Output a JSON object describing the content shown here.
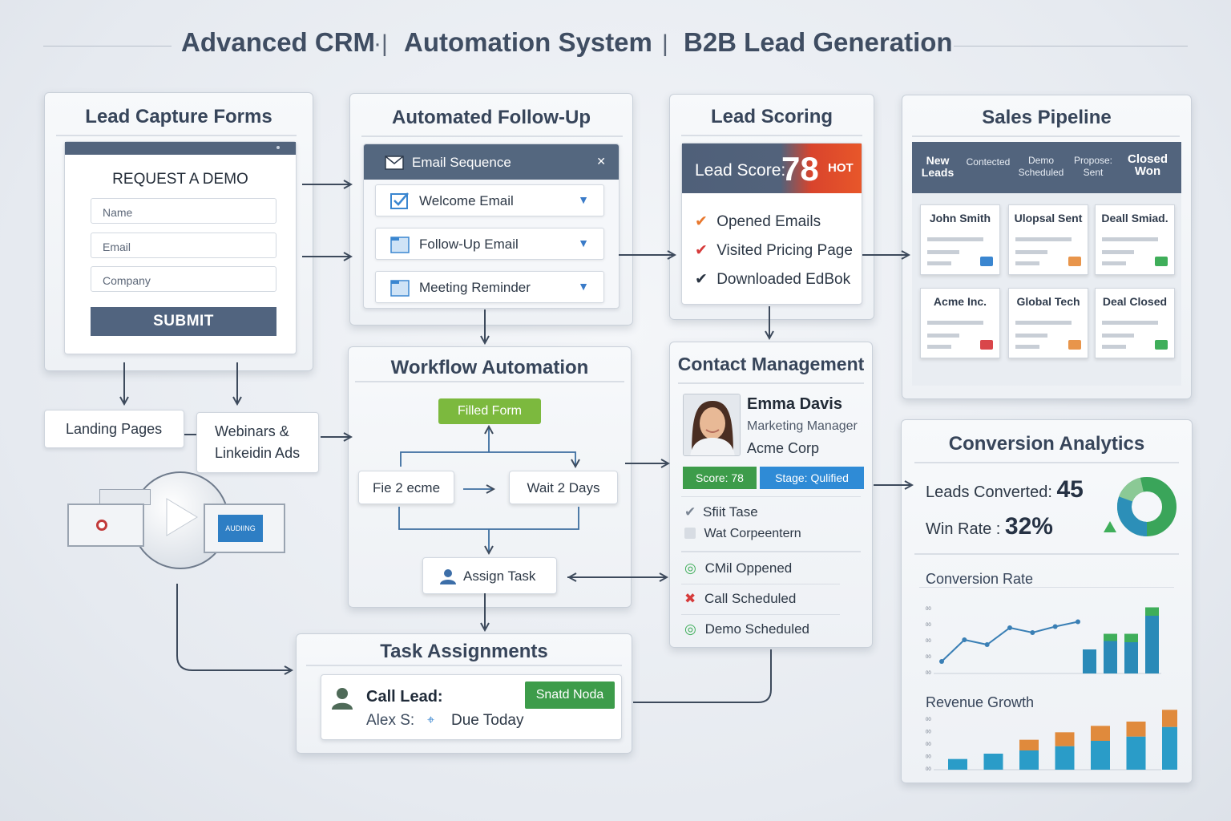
{
  "header": {
    "part1": "Advanced CRM",
    "part2": "Automation System",
    "part3": "B2B Lead Generation"
  },
  "lead_capture": {
    "title": "Lead Capture Forms",
    "form_title": "REQUEST A DEMO",
    "name_placeholder": "Name",
    "email_placeholder": "Email",
    "company_placeholder": "Company",
    "submit_label": "SUBMIT"
  },
  "followup": {
    "title": "Automated Follow-Up",
    "sequence_label": "Email Sequence",
    "close_glyph": "✕",
    "items": [
      "Welcome Email",
      "Follow-Up Email",
      "Meeting Reminder"
    ]
  },
  "scoring": {
    "title": "Lead Scoring",
    "score_label": "Lead Score:",
    "score_value": "78",
    "hot_label": "HOT",
    "items": [
      "Opened Emails",
      "Visited Pricing Page",
      "Downloaded EdBok"
    ]
  },
  "pipeline": {
    "title": "Sales Pipeline",
    "columns": [
      "New Leads",
      "Contected",
      "Demo Scheduled",
      "Propose: Sent",
      "Closed Won"
    ],
    "deals": [
      "John Smith",
      "Ulopsal Sent",
      "Deall Smiad.",
      "Acme Inc.",
      "Global Tech",
      "Deal Closed"
    ],
    "colors": {
      "blue": "#3a86d0",
      "orange": "#e8954b",
      "green": "#3fae5a",
      "red": "#d9464a"
    }
  },
  "sources": {
    "landing": "Landing Pages",
    "webinars": "Webinars & Linkeidin Ads",
    "badge_text": "AUDIING"
  },
  "workflow": {
    "title": "Workflow Automation",
    "trigger": "Filled Form",
    "left_box": "Fie 2 ecme",
    "right_box": "Wait 2 Days",
    "assign": "Assign Task"
  },
  "contact": {
    "title": "Contact Management",
    "name": "Emma Davis",
    "role": "Marketing Manager",
    "company": "Acme Corp",
    "score_badge": "Score: 78",
    "stage_badge": "Stage: Qulified",
    "task1": "Sfiit Tase",
    "task2": "Wat Corpeentern",
    "activities": [
      "CMil Oppened",
      "Call Scheduled",
      "Demo Scheduled"
    ]
  },
  "tasks": {
    "title": "Task Assignments",
    "task": "Call Lead:",
    "assignee": "Alex S:",
    "due": "Due Today",
    "button": "Snatd Noda"
  },
  "analytics": {
    "title": "Conversion Analytics",
    "converted_label": "Leads Converted:",
    "converted_value": "45",
    "winrate_label": "Win Rate :",
    "winrate_value": "32%",
    "conv_title": "Conversion Rate",
    "rev_title": "Revenue Growth",
    "axis_tick": "00"
  },
  "chart_data": [
    {
      "type": "line",
      "title": "Conversion Rate",
      "x": [
        1,
        2,
        3,
        4,
        5,
        6,
        7
      ],
      "series": [
        {
          "values": [
            10,
            28,
            24,
            38,
            34,
            39,
            43
          ]
        }
      ],
      "ylim": [
        0,
        60
      ]
    },
    {
      "type": "bar",
      "title": "Conversion Rate",
      "categories": [
        "1",
        "2",
        "3",
        "4"
      ],
      "series": [
        {
          "values": [
            20,
            27,
            26,
            48
          ]
        },
        {
          "values": [
            0,
            6,
            7,
            7
          ]
        }
      ],
      "ylim": [
        0,
        60
      ]
    },
    {
      "type": "bar",
      "title": "Revenue Growth",
      "categories": [
        "1",
        "2",
        "3",
        "4",
        "5",
        "6",
        "7"
      ],
      "series": [
        {
          "values": [
            10,
            15,
            18,
            22,
            27,
            31,
            40
          ]
        },
        {
          "values": [
            0,
            0,
            10,
            13,
            14,
            14,
            16
          ]
        }
      ],
      "ylim": [
        0,
        60
      ]
    }
  ]
}
